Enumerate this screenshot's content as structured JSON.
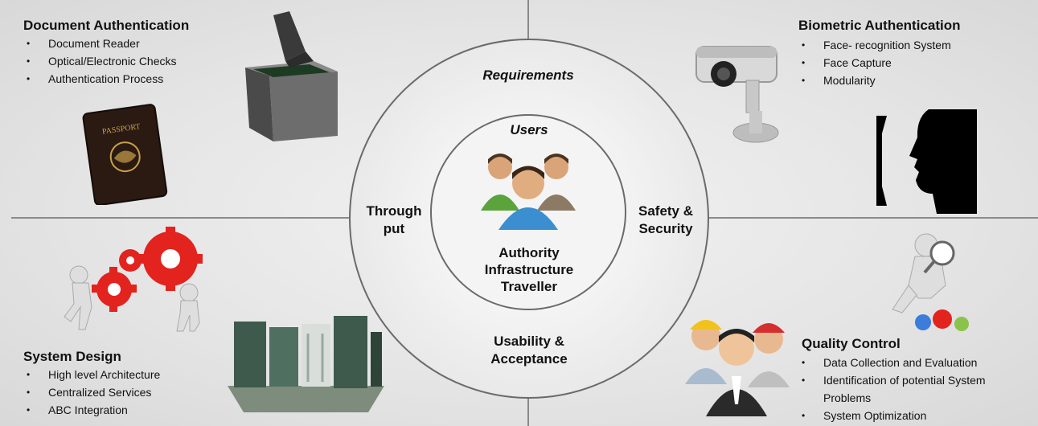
{
  "quadrants": {
    "document_auth": {
      "title": "Document Authentication",
      "items": [
        "Document Reader",
        "Optical/Electronic Checks",
        "Authentication Process"
      ],
      "passport_text": "PASSPORT"
    },
    "biometric_auth": {
      "title": "Biometric Authentication",
      "items": [
        "Face- recognition System",
        "Face Capture",
        "Modularity"
      ]
    },
    "system_design": {
      "title": "System Design",
      "items": [
        "High level Architecture",
        "Centralized Services",
        "ABC Integration"
      ]
    },
    "quality_control": {
      "title": "Quality Control",
      "items": [
        "Data Collection and Evaluation",
        "Identification of potential System Problems",
        "System Optimization"
      ]
    }
  },
  "center": {
    "outer_top": "Requirements",
    "outer_left": [
      "Through",
      "put"
    ],
    "outer_right": [
      "Safety &",
      "Security"
    ],
    "outer_bottom": [
      "Usability &",
      "Acceptance"
    ],
    "inner_title": "Users",
    "inner_lines": [
      "Authority",
      "Infrastructure",
      "Traveller"
    ]
  },
  "colors": {
    "gear_red": "#e3231e",
    "passport": "#2a1a12",
    "gold": "#c8a04a",
    "divider": "#8a8a8a"
  }
}
